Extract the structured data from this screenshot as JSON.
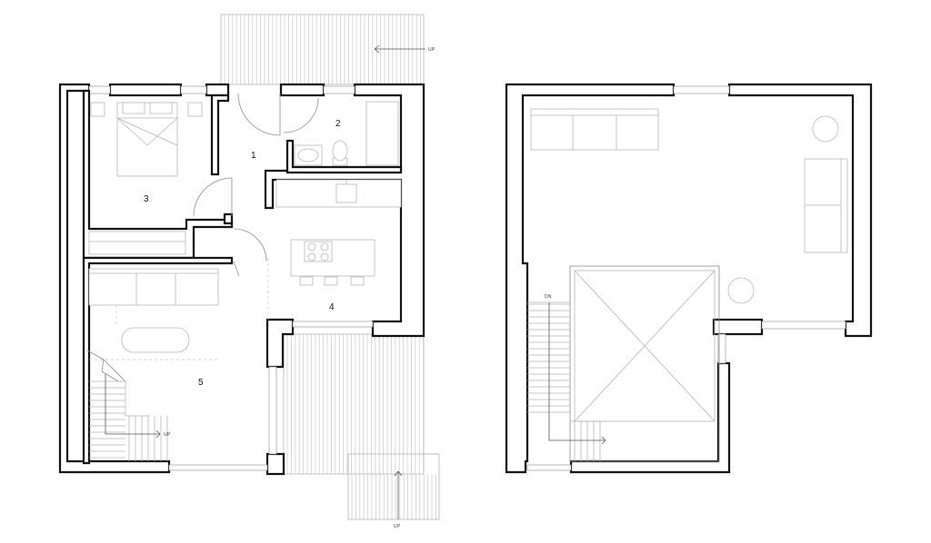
{
  "rooms": {
    "room_1": "1",
    "room_2": "2",
    "room_3": "3",
    "room_4": "4",
    "room_5": "5"
  },
  "stairs": {
    "up_top": "UP",
    "up_stair": "UP",
    "up_bottom": "UP",
    "down_upper": "DN"
  },
  "colors": {
    "wall": "#111111",
    "furniture": "#b8b8b8",
    "deck": "#c8c8c8"
  }
}
